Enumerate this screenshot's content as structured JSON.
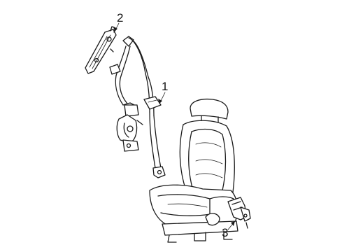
{
  "callouts": [
    {
      "number": "1",
      "part": "seat-belt-assembly"
    },
    {
      "number": "2",
      "part": "height-adjuster"
    },
    {
      "number": "3",
      "part": "buckle"
    }
  ],
  "colors": {
    "line": "#1a1a1a",
    "background": "#ffffff"
  }
}
